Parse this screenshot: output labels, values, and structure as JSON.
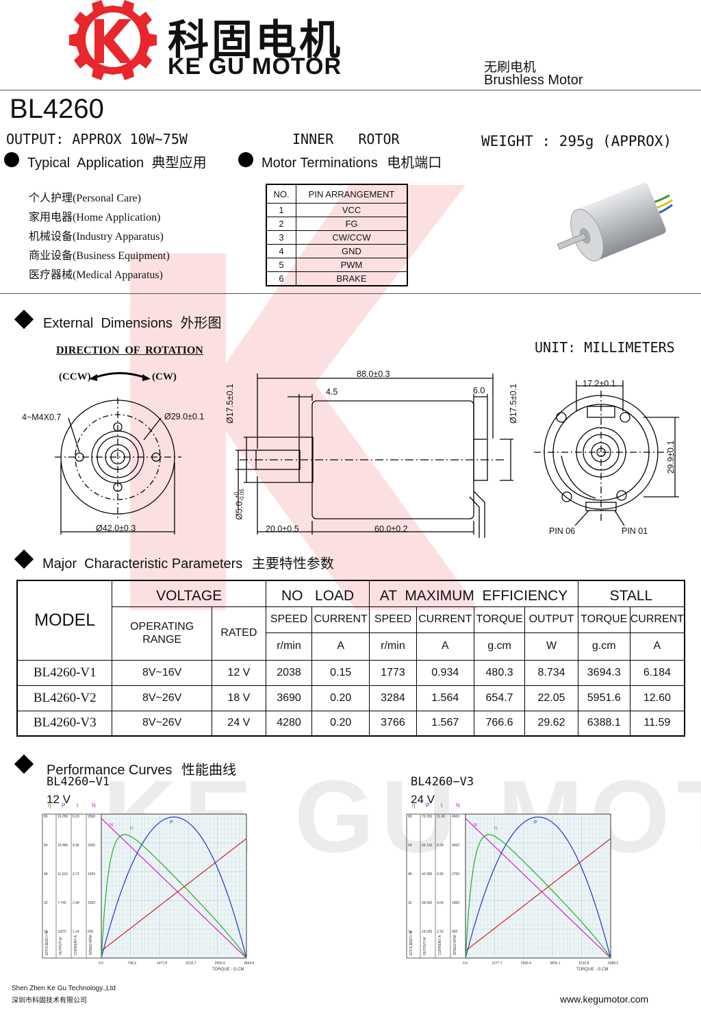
{
  "brand": {
    "name_cn": "科固电机",
    "name_en": "KE GU MOTOR",
    "subtitle_cn": "无刷电机",
    "subtitle_en": "Brushless Motor",
    "accent": "#e8262b"
  },
  "model": "BL4260",
  "specs": {
    "output": "OUTPUT: APPROX 10W~75W",
    "rotor": "INNER   ROTOR",
    "weight": "WEIGHT : 295g (APPROX)"
  },
  "typical": {
    "title": "Typical  Application",
    "title_cn": "典型应用",
    "items": [
      "个人护理(Personal Care)",
      "家用电器(Home Application)",
      "机械设备(Industry Apparatus)",
      "商业设备(Business Equipment)",
      "医疗器械(Medical Apparatus)"
    ]
  },
  "terminals": {
    "title": "Motor Terminations",
    "title_cn": "电机端口",
    "headers": [
      "NO.",
      "PIN ARRANGEMENT"
    ],
    "rows": [
      [
        "1",
        "VCC"
      ],
      [
        "2",
        "FG"
      ],
      [
        "3",
        "CW/CCW"
      ],
      [
        "4",
        "GND"
      ],
      [
        "5",
        "PWM"
      ],
      [
        "6",
        "BRAKE"
      ]
    ]
  },
  "dimensions": {
    "title": "External  Dimensions",
    "title_cn": "外形图",
    "unit": "UNIT: MILLIMETERS",
    "rotation": "DIRECTION  OF  ROTATION",
    "ccw": "(CCW)",
    "cw": "(CW)",
    "front": {
      "screws": "4~M4X0.7",
      "pcd": "Ø29.0±0.1",
      "od": "Ø42.0±0.3"
    },
    "side": {
      "total": "88.0±0.3",
      "shaft_step": "4.5",
      "rear": "6.0",
      "flange_l": "Ø17.5±0.1",
      "flange_r": "Ø17.5±0.1",
      "shaft_d": "Ø5.0",
      "shaft_tol_up": "+0",
      "shaft_tol_dn": "-0.05",
      "shaft_len": "20.0±0.5",
      "body_len": "60.0±0.2"
    },
    "rear": {
      "width": "17.2±0.1",
      "height": "29.9±0.1",
      "pin06": "PIN 06",
      "pin01": "PIN 01"
    }
  },
  "params": {
    "title": "Major  Characteristic Parameters",
    "title_cn": "主要特性参数",
    "h": {
      "model": "MODEL",
      "voltage": "VOLTAGE",
      "noload": "NO   LOAD",
      "maxeff": "AT  MAXIMUM  EFFICIENCY",
      "stall": "STALL",
      "oprange": "OPERATING RANGE",
      "rated": "RATED",
      "speed": "SPEED",
      "current": "CURRENT",
      "torque": "TORQUE",
      "output": "OUTPUT",
      "u_rmin": "r/min",
      "u_a": "A",
      "u_gcm": "g.cm",
      "u_w": "W"
    },
    "rows": [
      [
        "BL4260-V1",
        "8V~16V",
        "12 V",
        "2038",
        "0.15",
        "1773",
        "0.934",
        "480.3",
        "8.734",
        "3694.3",
        "6.184"
      ],
      [
        "BL4260-V2",
        "8V~26V",
        "18 V",
        "3690",
        "0.20",
        "3284",
        "1.564",
        "654.7",
        "22.05",
        "5951.6",
        "12.60"
      ],
      [
        "BL4260-V3",
        "8V~26V",
        "24 V",
        "4280",
        "0.20",
        "3766",
        "1.567",
        "766.6",
        "29.62",
        "6388.1",
        "11.59"
      ]
    ]
  },
  "curves": {
    "title": "Performance Curves",
    "title_cn": "性能曲线",
    "charts": [
      {
        "model": "BL4260−V1",
        "volt": "12 V",
        "cols": [
          "η",
          "P",
          "I",
          "N"
        ],
        "xlabel": "TORQUE - G.CM",
        "xticks": [
          "0.0",
          "738.9",
          "1477.8",
          "2216.7",
          "2955.6",
          "3694.5"
        ],
        "eff": [
          "80",
          "64",
          "48",
          "32",
          "16"
        ],
        "out": [
          "19.350",
          "15.480",
          "11.610",
          "7.740",
          "3.870"
        ],
        "cur": [
          "6.20",
          "4.96",
          "3.72",
          "2.48",
          "1.24"
        ],
        "spd": [
          "2500",
          "2000",
          "1500",
          "1000",
          "500"
        ],
        "axes": [
          "EFFICIENCY-%",
          "OUTPUT-W",
          "CURRENT-A",
          "SPEED-RPM"
        ]
      },
      {
        "model": "BL4260−V3",
        "volt": "24 V",
        "cols": [
          "η",
          "P",
          "I",
          "N"
        ],
        "xlabel": "TORQUE - G.CM",
        "xticks": [
          "0.0",
          "1277.7",
          "2555.4",
          "3833.1",
          "5110.8",
          "6388.5"
        ],
        "eff": [
          "80",
          "64",
          "48",
          "32",
          "16"
        ],
        "out": [
          "70.150",
          "56.120",
          "42.090",
          "28.060",
          "14.030"
        ],
        "cur": [
          "11.60",
          "9.28",
          "6.96",
          "4.64",
          "2.32"
        ],
        "spd": [
          "4500",
          "3600",
          "2700",
          "1800",
          "900"
        ],
        "axes": [
          "EFFICIENCY-%",
          "OUTPUT-W",
          "CURRENT-A",
          "SPEED-RPM"
        ]
      }
    ],
    "curve_labels": {
      "n": "N",
      "eta": "η",
      "p": "P"
    }
  },
  "footer": {
    "company_en": "Shen Zhen Ke Gu Technology.,Ltd",
    "company_cn": "深圳市科固技术有限公司",
    "url": "www.kegumotor.com"
  },
  "watermark": "KE GU MOTOR"
}
